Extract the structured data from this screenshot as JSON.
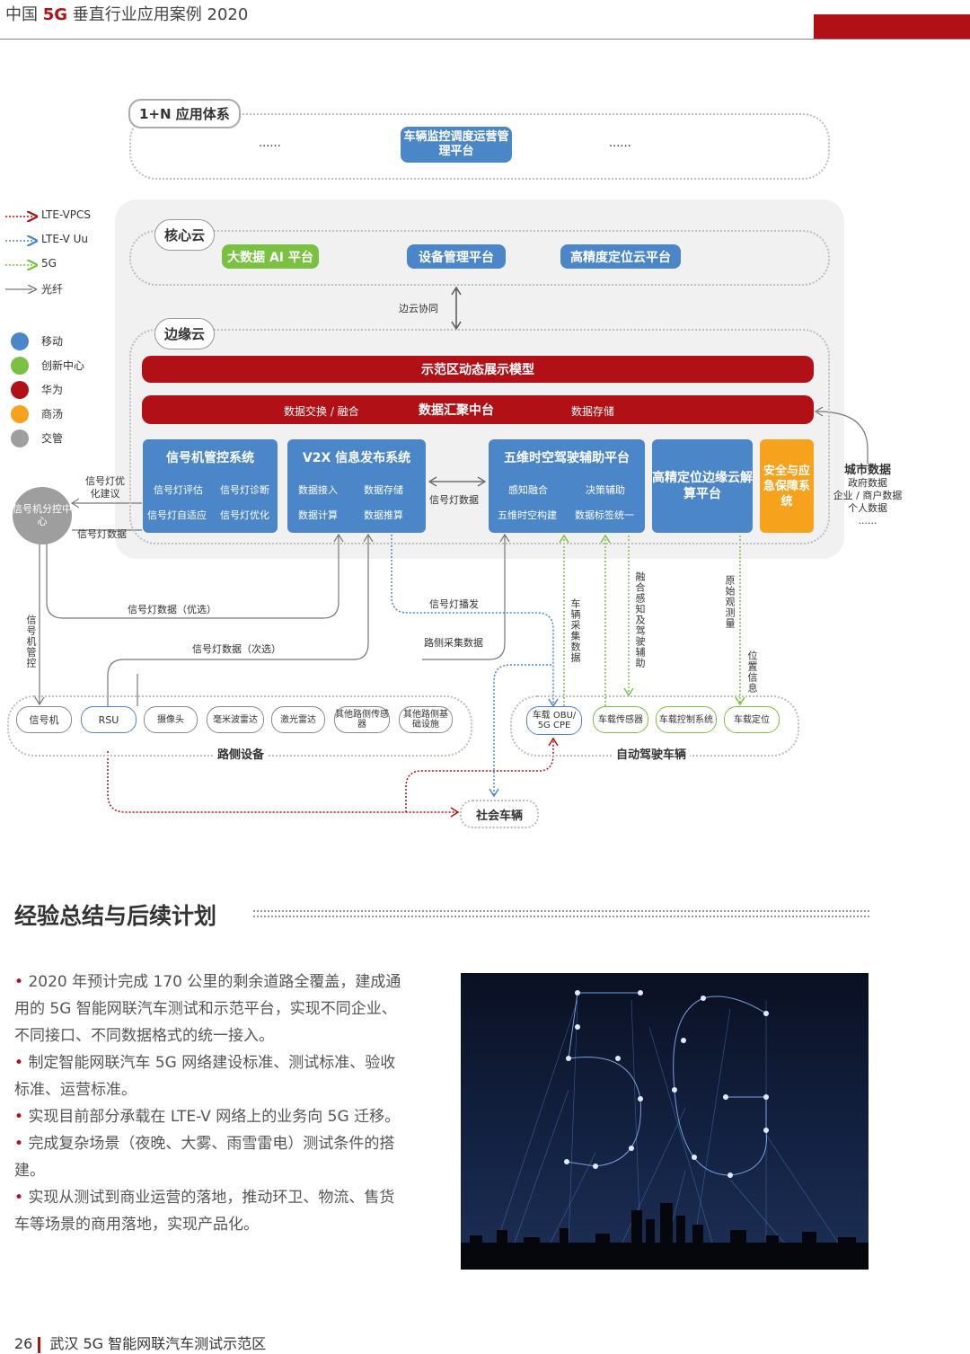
{
  "header": {
    "prefix": "中国",
    "highlight": "5G",
    "suffix": "垂直行业应用案例 2020"
  },
  "diagram": {
    "app_system": {
      "label": "1+N 应用体系",
      "center": "车辆监控调度运营管理平台",
      "ellipsis_left": "......",
      "ellipsis_right": "......"
    },
    "legend": {
      "lines": [
        "LTE-VPCS",
        "LTE-V Uu",
        "5G",
        "光纤"
      ],
      "parties": [
        {
          "name": "移动",
          "color": "#4a86c8"
        },
        {
          "name": "创新中心",
          "color": "#7ac142"
        },
        {
          "name": "华为",
          "color": "#b11116"
        },
        {
          "name": "商汤",
          "color": "#f6a21c"
        },
        {
          "name": "交管",
          "color": "#9e9e9e"
        }
      ]
    },
    "core_cloud": {
      "label": "核心云",
      "items": [
        "大数据 AI 平台",
        "设备管理平台",
        "高精度定位云平台"
      ]
    },
    "edge_coop": "边云协同",
    "edge_cloud": {
      "label": "边缘云",
      "model": "示范区动态展示模型",
      "hub_left": "数据交换 / 融合",
      "hub_center": "数据汇聚中台",
      "hub_right": "数据存储",
      "signal_sys": {
        "title": "信号机管控系统",
        "items": [
          "信号灯评估",
          "信号灯诊断",
          "信号灯自适应",
          "信号灯优化"
        ]
      },
      "v2x_sys": {
        "title": "V2X 信息发布系统",
        "items": [
          "数据接入",
          "数据存储",
          "数据计算",
          "数据推算"
        ]
      },
      "five_dim": {
        "title": "五维时空驾驶辅助平台",
        "items": [
          "感知融合",
          "决策辅助",
          "五维时空构建",
          "数据标签统一"
        ]
      },
      "hp_box": "高精定位边缘云解算平台",
      "safety_box": "安全与应急保障系统",
      "link_signal_data": "信号灯数据"
    },
    "city_data": {
      "title": "城市数据",
      "items": [
        "政府数据",
        "企业 / 商户数据",
        "个人数据",
        "......"
      ]
    },
    "signal_center": "信号机分控中心",
    "labels": {
      "advice": "信号灯优化建议",
      "signal_data": "信号灯数据",
      "signal_preferred": "信号灯数据（优选）",
      "signal_secondary": "信号灯数据（次选）",
      "broadcast": "信号灯播发",
      "roadside_collect": "路侧采集数据",
      "vehicle_collect": "车辆采集数据",
      "fusion_assist": "融合感知及驾驶辅助",
      "raw_measure": "原始观测量",
      "position_info": "位置信息",
      "signal_control": "信号机管控"
    },
    "roadside": {
      "title": "路侧设备",
      "items": [
        "信号机",
        "RSU",
        "摄像头",
        "毫米波雷达",
        "激光雷达",
        "其他路侧传感器",
        "其他路侧基础设施"
      ]
    },
    "vehicle": {
      "title": "自动驾驶车辆",
      "items": [
        "车载 OBU/ 5G CPE",
        "车载传感器",
        "车载控制系统",
        "车载定位"
      ]
    },
    "social": "社会车辆"
  },
  "section": {
    "title": "经验总结与后续计划",
    "bullets": [
      "2020 年预计完成 170 公里的剩余道路全覆盖，建成通用的 5G 智能网联汽车测试和示范平台，实现不同企业、不同接口、不同数据格式的统一接入。",
      "制定智能网联汽车 5G 网络建设标准、测试标准、验收标准、运营标准。",
      "实现目前部分承载在 LTE-V 网络上的业务向 5G 迁移。",
      "完成复杂场景（夜晚、大雾、雨雪雷电）测试条件的搭建。",
      "实现从测试到商业运营的落地，推动环卫、物流、售货车等场景的商用落地，实现产品化。"
    ],
    "image_text": "5G"
  },
  "footer": {
    "page": "26",
    "text": "武汉 5G 智能网联汽车测试示范区"
  }
}
